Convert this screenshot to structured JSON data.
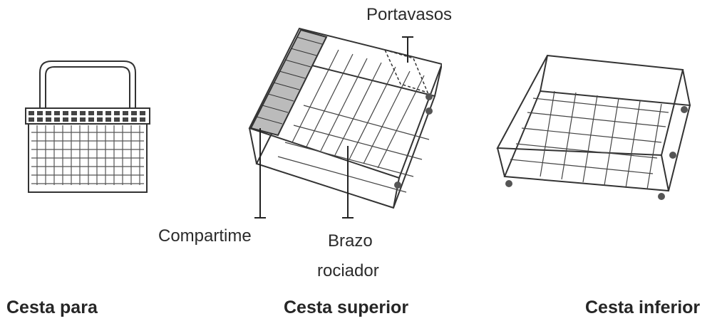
{
  "labels": {
    "portavasos": "Portavasos",
    "compartime": "Compartime",
    "brazo_line1": "Brazo",
    "brazo_line2": "rociador"
  },
  "captions": {
    "cutlery_basket": "Cesta para",
    "upper_basket": "Cesta superior",
    "lower_basket": "Cesta inferior"
  },
  "colors": {
    "line": "#333333",
    "background": "#ffffff"
  }
}
